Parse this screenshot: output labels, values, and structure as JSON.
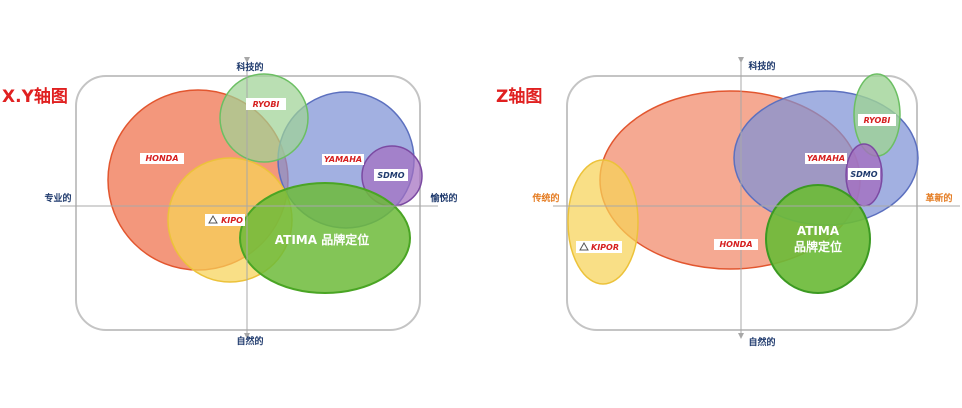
{
  "colors": {
    "frame": "#c4c4c4",
    "axis": "#a8a8a8",
    "title": "#e02020",
    "axis_label_blue": "#1f3a6d",
    "axis_label_orange": "#e47a1f",
    "honda": "#ef6f4a",
    "ryobi": "#9fd396",
    "yamaha": "#7e92d6",
    "sdmo": "#a46fc0",
    "kipor": "#f6d258",
    "atima": "#6dbb3a"
  },
  "icons": {
    "kipor_logo_mark": "triangle-icon"
  },
  "brands": {
    "honda": "HONDA",
    "ryobi": "RYOBI",
    "yamaha": "YAMAHA",
    "sdmo": "SDMO",
    "kipor": "KIPOR",
    "kipor_partial": "KIPO",
    "atima_line1": "ATIMA",
    "atima_line2": "品牌定位",
    "atima_full": "ATIMA 品牌定位"
  },
  "panels": [
    {
      "title": "X.Y轴图",
      "axis_top": "科技的",
      "axis_bottom": "自然的",
      "axis_left": "专业的",
      "axis_right": "愉悦的"
    },
    {
      "title": "Z轴图",
      "axis_top": "科技的",
      "axis_bottom": "自然的",
      "axis_left": "传统的",
      "axis_right": "革新的"
    }
  ]
}
